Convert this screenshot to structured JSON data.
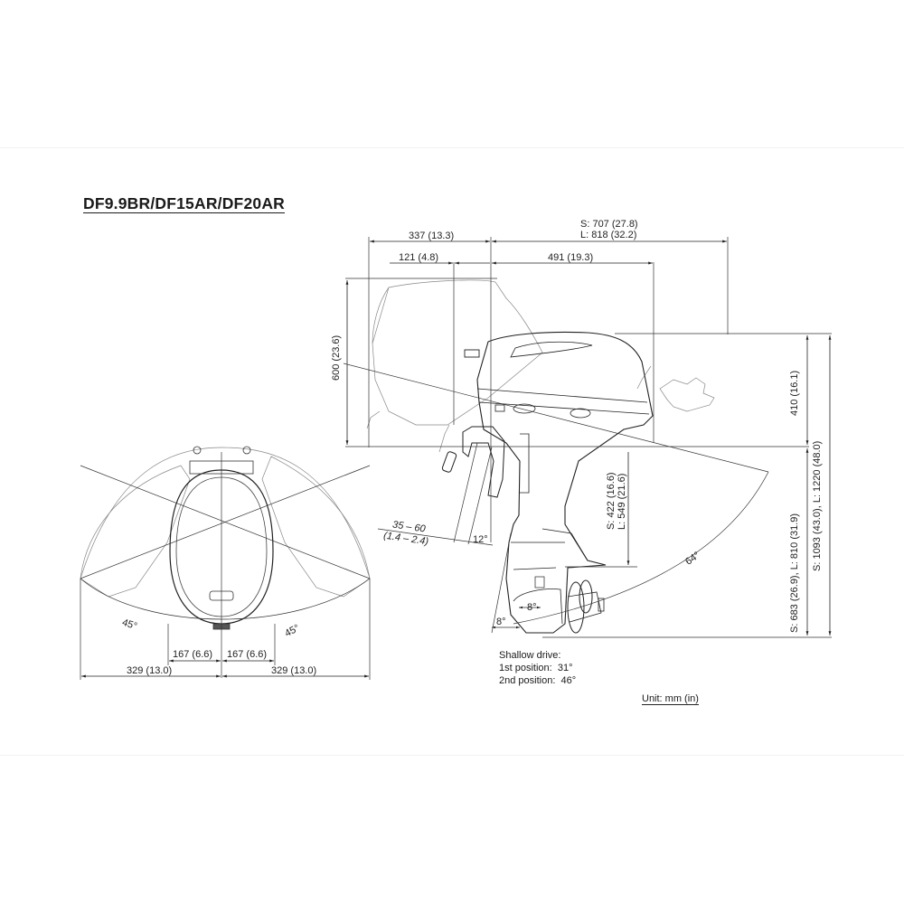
{
  "title": "DF9.9BR/DF15AR/DF20AR",
  "unit_note": "Unit: mm (in)",
  "side_view": {
    "horizontal_dims": {
      "total_front": "337 (13.3)",
      "clamp_offset": "121 (4.8)",
      "rear_tiller": "491 (19.3)",
      "rear_total_s": "S: 707 (27.8)",
      "rear_total_l": "L: 818 (32.2)"
    },
    "vertical_dims": {
      "tilt_height": "600 (23.6)",
      "powerhead_height": "410 (16.1)",
      "transom_to_plate_s": "S: 422 (16.6)",
      "transom_to_plate_l": "L: 549 (21.6)",
      "clamp_to_bottom": "S: 683 (26.9), L: 810 (31.9)",
      "overall_height": "S: 1093 (43.0), L: 1220 (48.0)"
    },
    "angles": {
      "transom_thickness": "35 – 60",
      "transom_thickness_in": "(1.4 – 2.4)",
      "transom_angle": "12°",
      "trim_angle_1": "8°",
      "trim_angle_2": "8°",
      "tilt_angle": "64°"
    },
    "shallow_drive": {
      "heading": "Shallow drive:",
      "first_label": "1st position:",
      "first_value": "31°",
      "second_label": "2nd position:",
      "second_value": "46°"
    }
  },
  "top_view": {
    "steer_left": "45°",
    "steer_right": "45°",
    "half_width_left": "167 (6.6)",
    "half_width_right": "167 (6.6)",
    "swing_left": "329 (13.0)",
    "swing_right": "329 (13.0)"
  }
}
